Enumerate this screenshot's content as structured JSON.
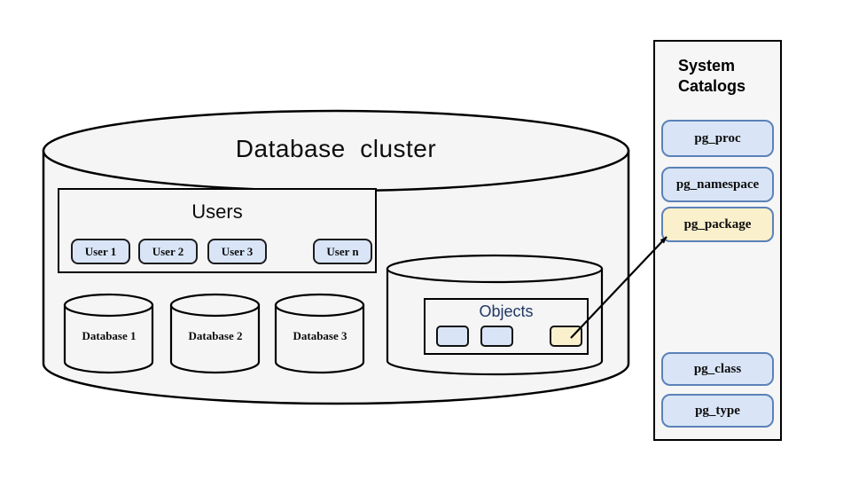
{
  "colors": {
    "blue_fill": "#d9e5f7",
    "yellow_fill": "#fbf0cc",
    "catalog_border_blue": "#5b82b8",
    "shape_fill": "#f5f5f5",
    "outline_black": "#000000",
    "objects_title_navy": "#1f3864"
  },
  "cluster": {
    "title": "Database  cluster",
    "users": {
      "title": "Users",
      "items": [
        {
          "label": "User 1"
        },
        {
          "label": "User 2"
        },
        {
          "label": "User 3"
        },
        {
          "label": "User n"
        }
      ]
    },
    "databases": [
      {
        "label": "Database 1"
      },
      {
        "label": "Database 2"
      },
      {
        "label": "Database 3"
      }
    ],
    "objects": {
      "title": "Objects",
      "items": [
        {
          "type": "blue"
        },
        {
          "type": "blue"
        },
        {
          "type": "yellow"
        }
      ]
    }
  },
  "catalogs": {
    "title": "System Catalogs",
    "items": [
      {
        "label": "pg_proc",
        "highlight": false
      },
      {
        "label": "pg_namespace",
        "highlight": false
      },
      {
        "label": "pg_package",
        "highlight": true
      },
      {
        "label": "pg_class",
        "highlight": false
      },
      {
        "label": "pg_type",
        "highlight": false
      }
    ]
  },
  "arrow": {
    "from": "yellow-package-object",
    "to": "pg_package-catalog"
  }
}
